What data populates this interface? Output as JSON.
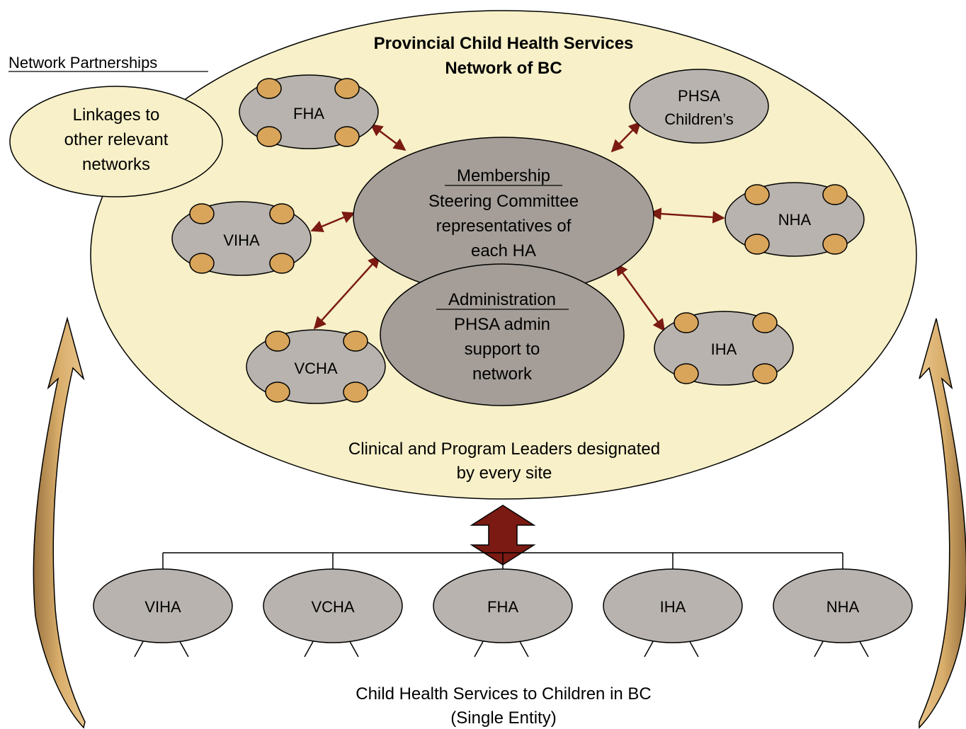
{
  "title": [
    "Provincial Child Health Services",
    "Network of BC"
  ],
  "partnerships_label": "Network Partnerships",
  "linkages": [
    "Linkages to",
    "other relevant",
    "networks"
  ],
  "membership": {
    "heading": "Membership",
    "lines": [
      "Steering Committee",
      "representatives of",
      "each HA"
    ]
  },
  "administration": {
    "heading": "Administration",
    "lines": [
      "PHSA admin",
      "support to",
      "network"
    ]
  },
  "network_nodes": {
    "fha": "FHA",
    "viha": "VIHA",
    "vcha": "VCHA",
    "nha": "NHA",
    "iha": "IHA",
    "phsa": [
      "PHSA",
      "Children’s"
    ]
  },
  "leaders_note": [
    "Clinical and Program Leaders designated",
    "by every site"
  ],
  "bottom_nodes": [
    "VIHA",
    "VCHA",
    "FHA",
    "IHA",
    "NHA"
  ],
  "footer": [
    "Child Health Services to Children in BC",
    "(Single Entity)"
  ],
  "colors": {
    "big_ellipse": "#f7f0c8",
    "node_gray": "#b8b3ae",
    "center_gray": "#a59e98",
    "dot": "#d9a55a",
    "arrow": "#7b1a12",
    "side_arrow": "#d1a564"
  }
}
